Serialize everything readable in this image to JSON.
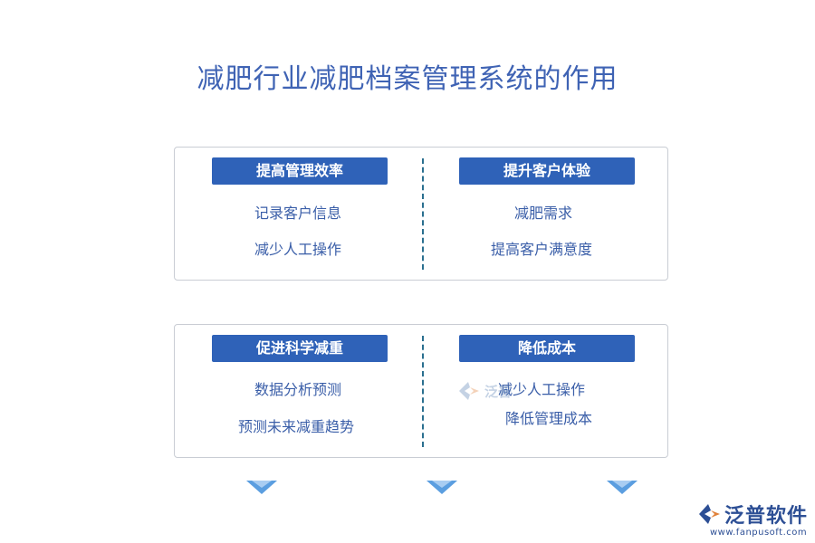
{
  "title": "减肥行业减肥档案管理系统的作用",
  "panels": [
    {
      "left": {
        "heading": "提高管理效率",
        "items": [
          "记录客户信息",
          "减少人工操作"
        ]
      },
      "right": {
        "heading": "提升客户体验",
        "items": [
          "减肥需求",
          "提高客户满意度"
        ]
      }
    },
    {
      "left": {
        "heading": "促进科学减重",
        "items": [
          "数据分析预测",
          "预测未来减重趋势"
        ]
      },
      "right": {
        "heading": "降低成本",
        "items": [
          "减少人工操作",
          "降低管理成本"
        ]
      }
    }
  ],
  "watermark": {
    "text": "泛普"
  },
  "logo": {
    "name": "泛普软件",
    "url": "www.fanpusoft.com"
  },
  "colors": {
    "title": "#3f63b4",
    "heading_bg": "#2f62b8",
    "item_text": "#3a5ea8",
    "divider": "#2a6f8f",
    "arrow": "#5b9ee0"
  }
}
